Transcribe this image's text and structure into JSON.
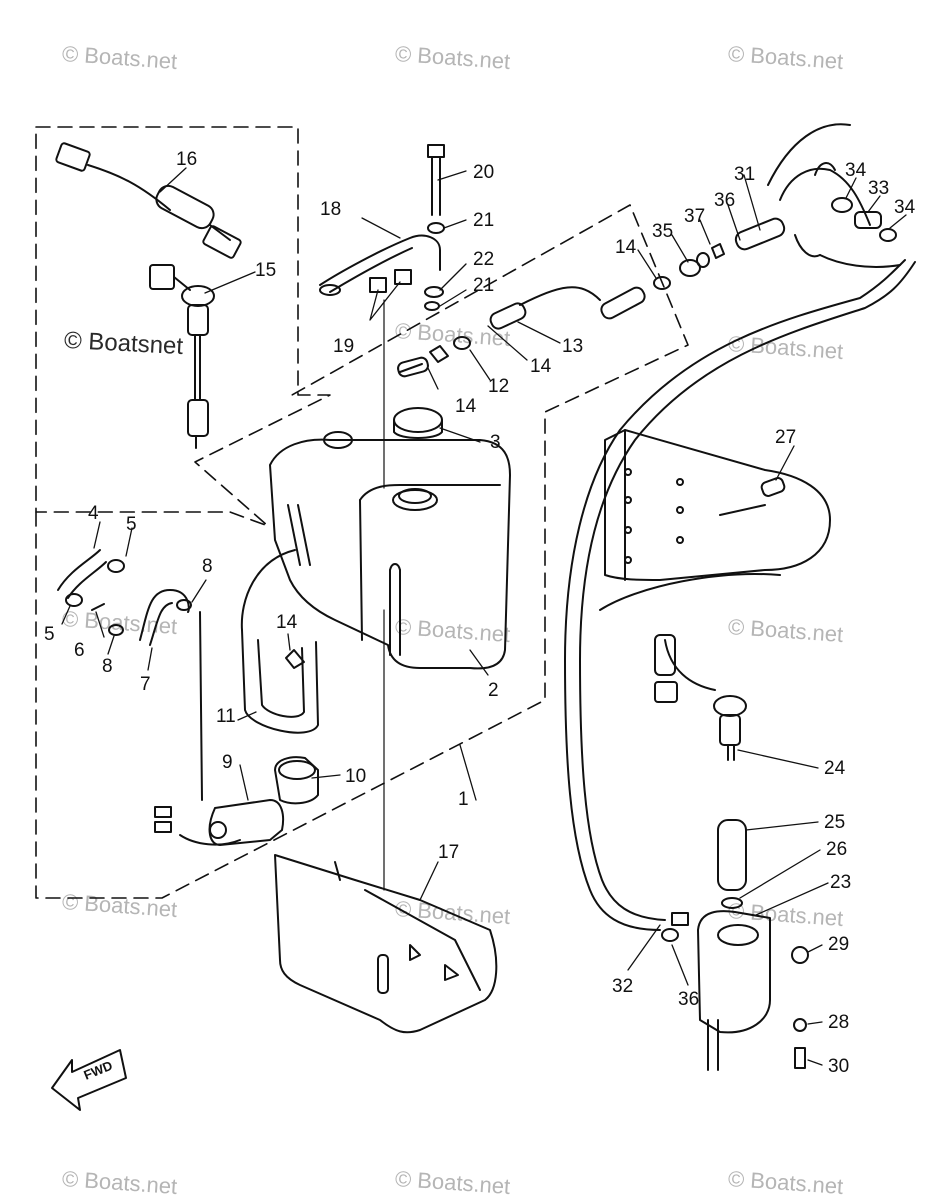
{
  "watermark": {
    "text": "© Boats.net",
    "overlay_text": "© Boatsnet"
  },
  "fwd_label": "FWD",
  "callouts": [
    {
      "id": "c1",
      "label": "1"
    },
    {
      "id": "c2",
      "label": "2"
    },
    {
      "id": "c3",
      "label": "3"
    },
    {
      "id": "c4",
      "label": "4"
    },
    {
      "id": "c5a",
      "label": "5"
    },
    {
      "id": "c5b",
      "label": "5"
    },
    {
      "id": "c6",
      "label": "6"
    },
    {
      "id": "c7",
      "label": "7"
    },
    {
      "id": "c8a",
      "label": "8"
    },
    {
      "id": "c8b",
      "label": "8"
    },
    {
      "id": "c9",
      "label": "9"
    },
    {
      "id": "c10",
      "label": "10"
    },
    {
      "id": "c11",
      "label": "11"
    },
    {
      "id": "c12",
      "label": "12"
    },
    {
      "id": "c13",
      "label": "13"
    },
    {
      "id": "c14a",
      "label": "14"
    },
    {
      "id": "c14b",
      "label": "14"
    },
    {
      "id": "c14c",
      "label": "14"
    },
    {
      "id": "c14d",
      "label": "14"
    },
    {
      "id": "c15",
      "label": "15"
    },
    {
      "id": "c16",
      "label": "16"
    },
    {
      "id": "c17",
      "label": "17"
    },
    {
      "id": "c18",
      "label": "18"
    },
    {
      "id": "c19",
      "label": "19"
    },
    {
      "id": "c20",
      "label": "20"
    },
    {
      "id": "c21a",
      "label": "21"
    },
    {
      "id": "c21b",
      "label": "21"
    },
    {
      "id": "c22",
      "label": "22"
    },
    {
      "id": "c23",
      "label": "23"
    },
    {
      "id": "c24",
      "label": "24"
    },
    {
      "id": "c25",
      "label": "25"
    },
    {
      "id": "c26",
      "label": "26"
    },
    {
      "id": "c27",
      "label": "27"
    },
    {
      "id": "c28",
      "label": "28"
    },
    {
      "id": "c29",
      "label": "29"
    },
    {
      "id": "c30",
      "label": "30"
    },
    {
      "id": "c31",
      "label": "31"
    },
    {
      "id": "c32",
      "label": "32"
    },
    {
      "id": "c33",
      "label": "33"
    },
    {
      "id": "c34a",
      "label": "34"
    },
    {
      "id": "c34b",
      "label": "34"
    },
    {
      "id": "c35",
      "label": "35"
    },
    {
      "id": "c36a",
      "label": "36"
    },
    {
      "id": "c36b",
      "label": "36"
    },
    {
      "id": "c37",
      "label": "37"
    }
  ]
}
